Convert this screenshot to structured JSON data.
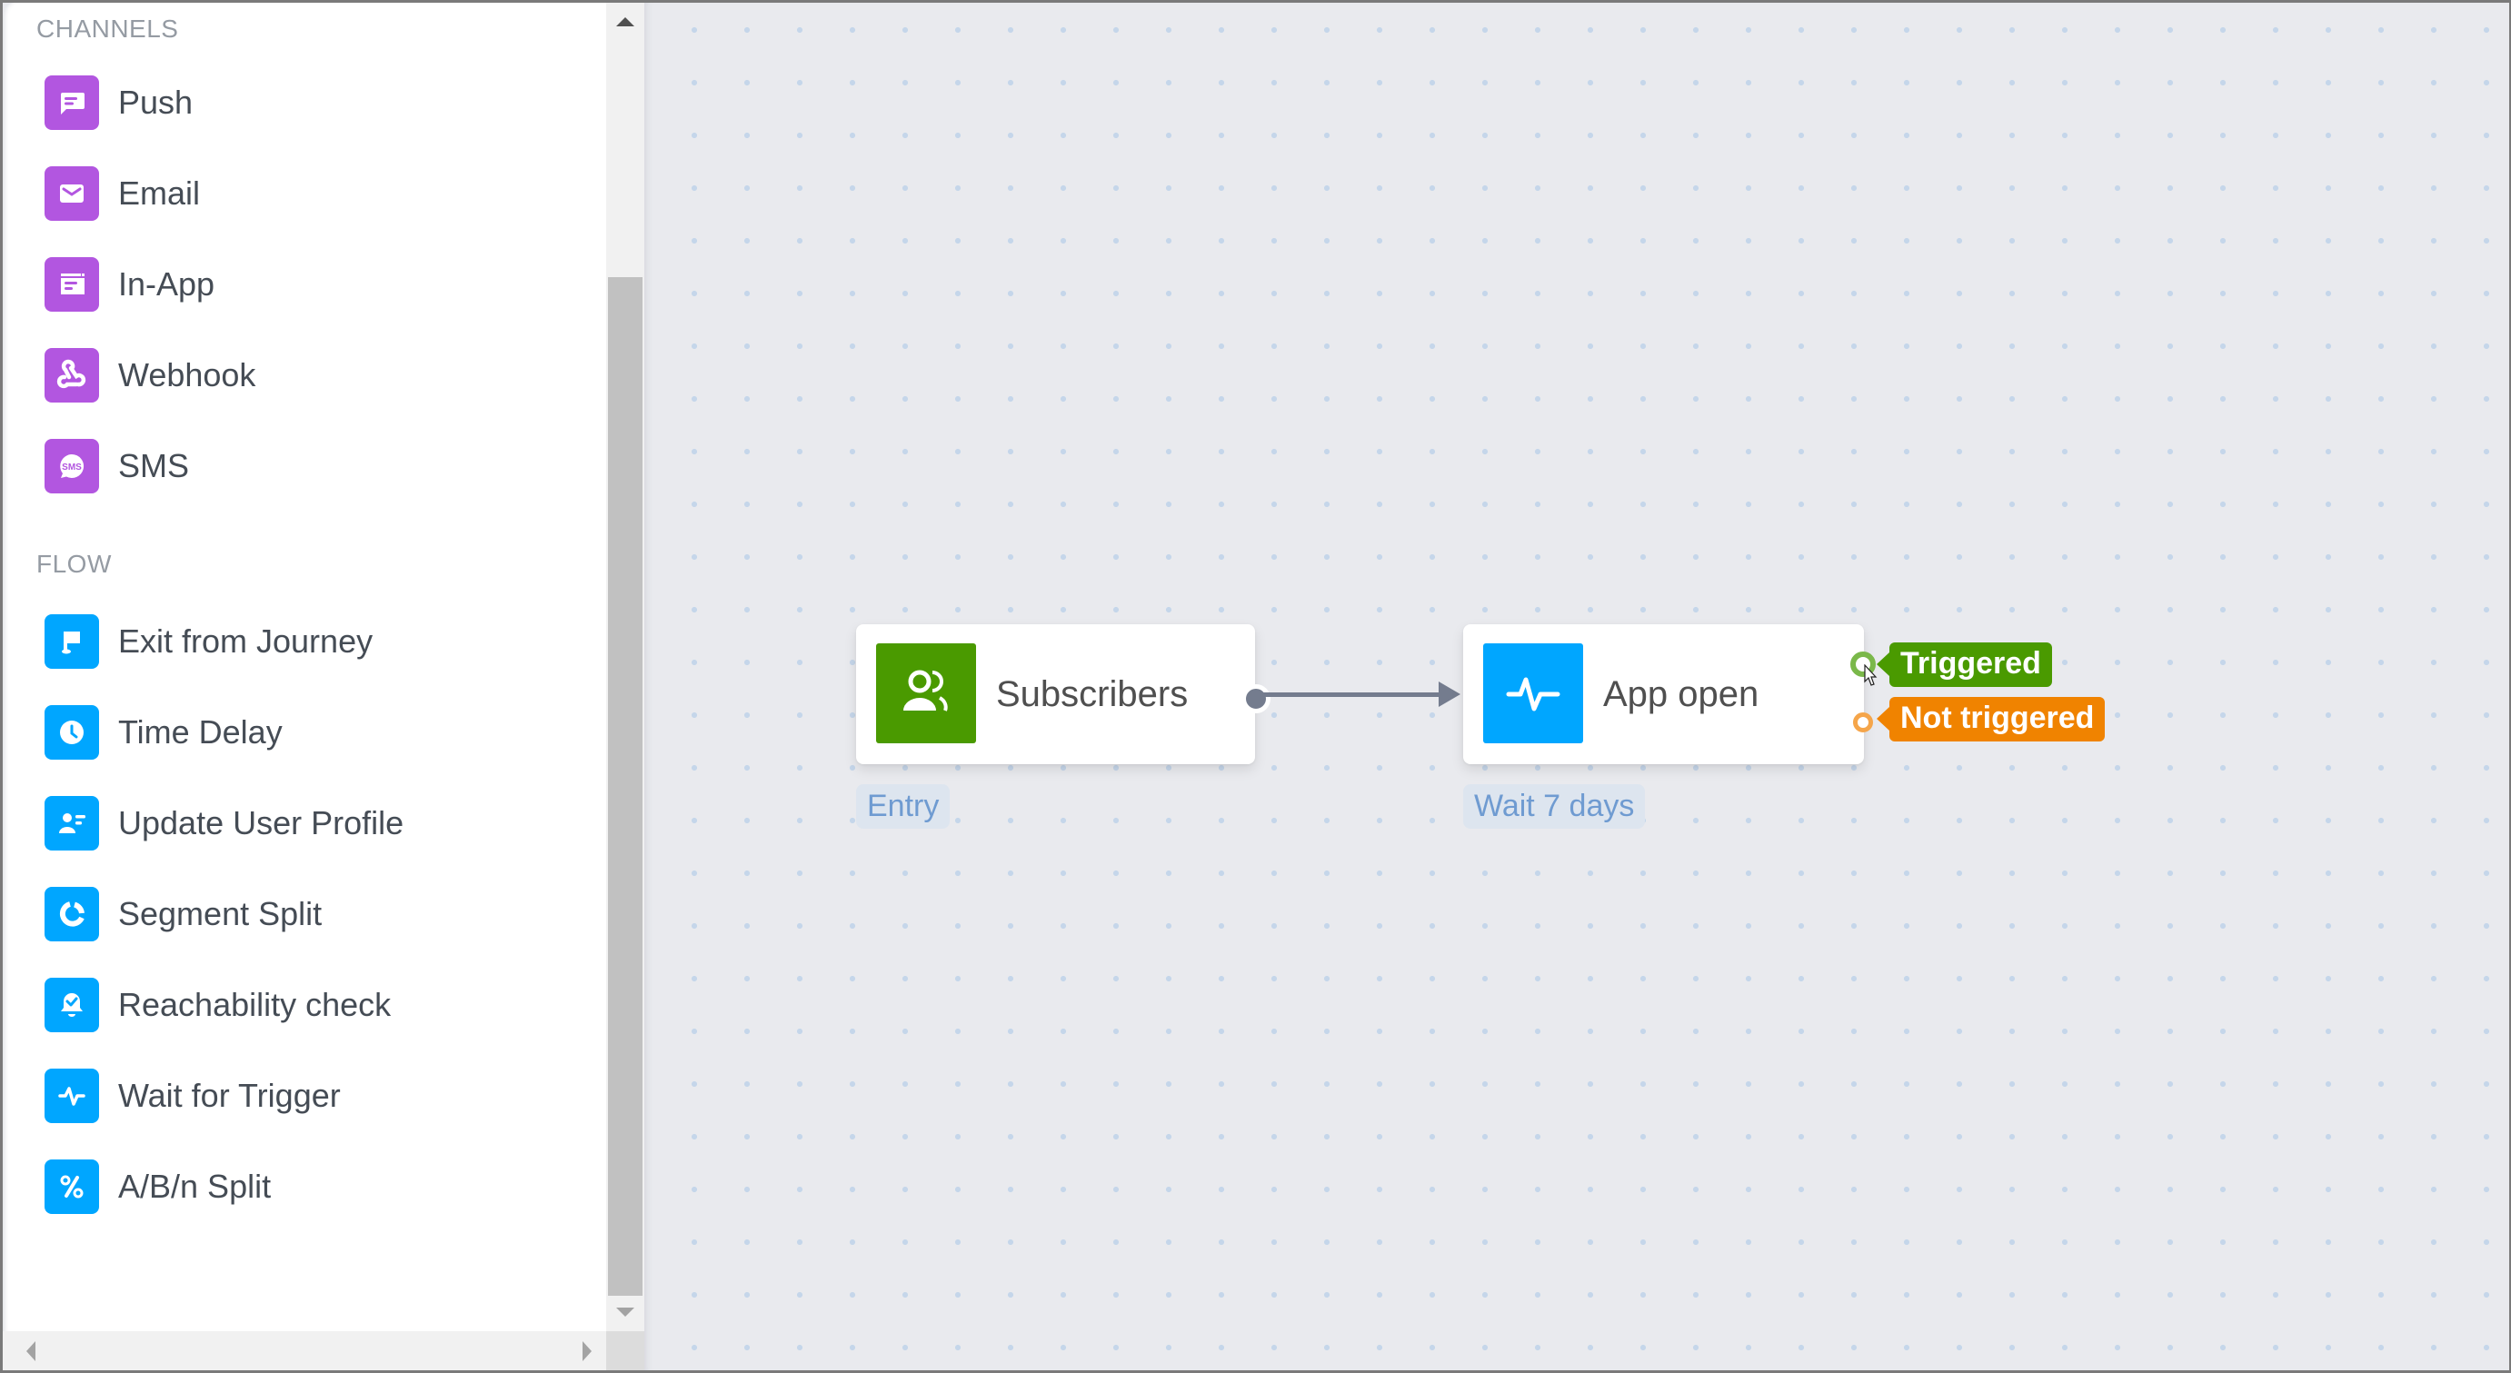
{
  "sidebar": {
    "sections": [
      {
        "title": "CHANNELS",
        "items": [
          {
            "label": "Push",
            "icon": "push-message-icon"
          },
          {
            "label": "Email",
            "icon": "email-icon"
          },
          {
            "label": "In-App",
            "icon": "in-app-icon"
          },
          {
            "label": "Webhook",
            "icon": "webhook-icon"
          },
          {
            "label": "SMS",
            "icon": "sms-icon"
          }
        ]
      },
      {
        "title": "FLOW",
        "items": [
          {
            "label": "Exit from Journey",
            "icon": "flag-icon"
          },
          {
            "label": "Time Delay",
            "icon": "clock-icon"
          },
          {
            "label": "Update User Profile",
            "icon": "user-profile-icon"
          },
          {
            "label": "Segment Split",
            "icon": "segment-split-icon"
          },
          {
            "label": "Reachability check",
            "icon": "bell-check-icon"
          },
          {
            "label": "Wait for Trigger",
            "icon": "pulse-icon"
          },
          {
            "label": "A/B/n Split",
            "icon": "percent-icon"
          }
        ]
      }
    ]
  },
  "canvas": {
    "nodes": [
      {
        "title": "Subscribers",
        "icon": "users-icon",
        "caption": "Entry",
        "color": "#4a9a00"
      },
      {
        "title": "App open",
        "icon": "pulse-icon",
        "caption": "Wait 7 days",
        "color": "#00a6ff"
      }
    ],
    "outputs": [
      {
        "label": "Triggered",
        "color": "#4a9a00",
        "port_color": "#7ab84a"
      },
      {
        "label": "Not triggered",
        "color": "#f08300",
        "port_color": "#f5a54a"
      }
    ]
  },
  "colors": {
    "channel_accent": "#b256e0",
    "flow_accent": "#00a6ff",
    "edge": "#747c8e",
    "canvas_bg": "#e9eaee"
  }
}
